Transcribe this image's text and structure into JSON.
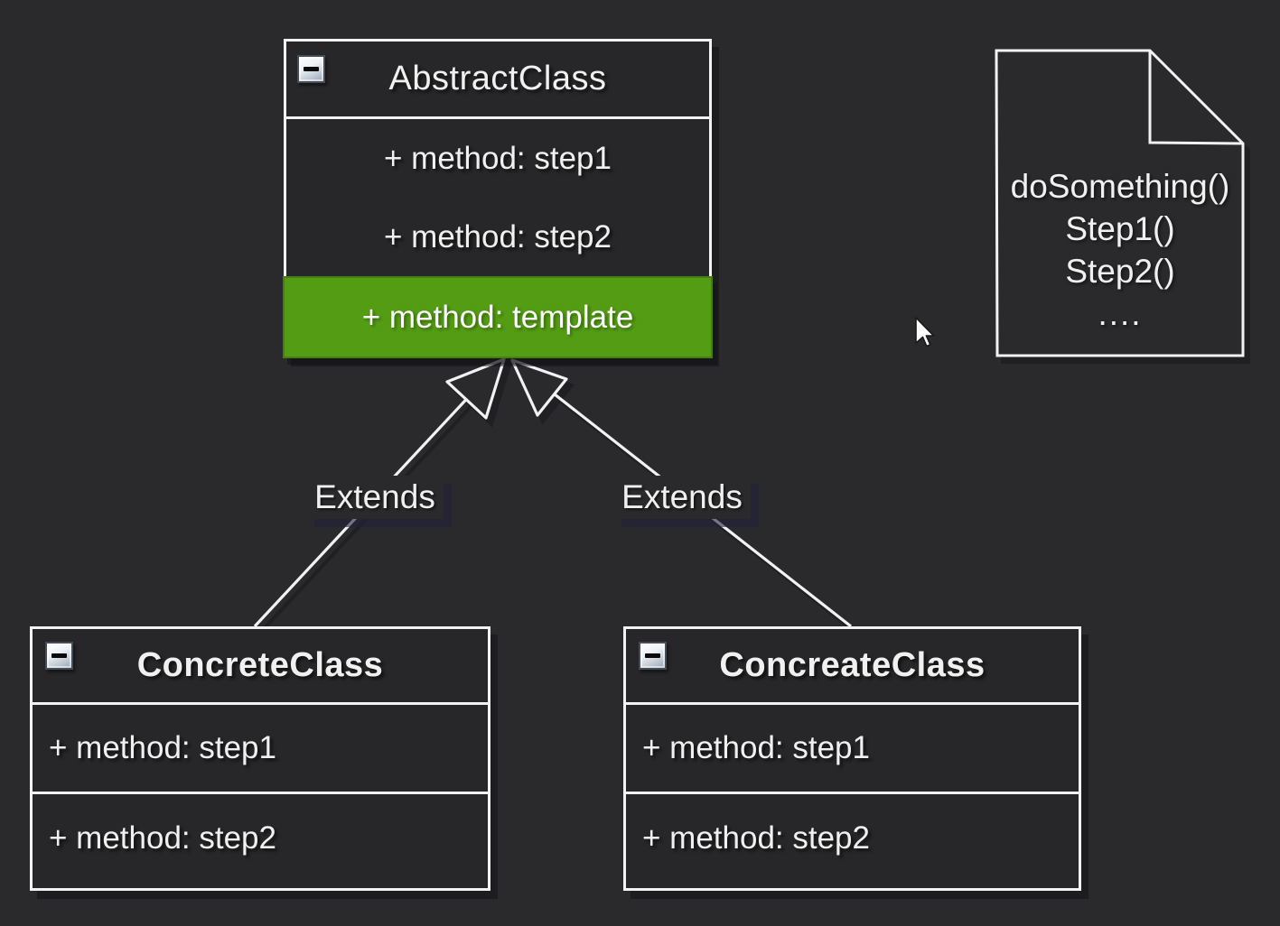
{
  "colors": {
    "background": "#2a292b",
    "box_fill": "#272628",
    "box_border": "#f2f2f2",
    "highlight_green": "#539c14",
    "text": "#f0f0f0",
    "shadow": "#1b1b26"
  },
  "abstract_class": {
    "title": "AbstractClass",
    "methods": [
      "+ method: step1",
      "+ method: step2"
    ],
    "template_method": "+ method: template"
  },
  "concrete_class_left": {
    "title": "ConcreteClass",
    "methods": [
      "+ method: step1",
      "+ method: step2"
    ]
  },
  "concrete_class_right": {
    "title": "ConcreateClass",
    "methods": [
      "+ method: step1",
      "+ method: step2"
    ]
  },
  "relationships": {
    "left_label": "Extends",
    "right_label": "Extends"
  },
  "note": {
    "lines": [
      "doSomething()",
      "Step1()",
      "Step2()",
      "...."
    ]
  }
}
